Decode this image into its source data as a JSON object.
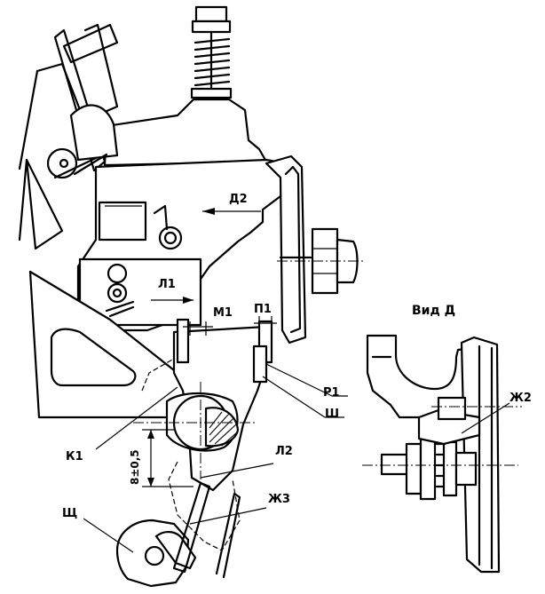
{
  "title": "",
  "view_title": "Вид Д",
  "dimension": "8±0,5",
  "labels": {
    "d2": "Д2",
    "l1": "Л1",
    "m1": "М1",
    "p1": "П1",
    "r1": "Р1",
    "sh": "Ш",
    "k1": "К1",
    "l2": "Л2",
    "zh3": "Ж3",
    "shch": "Щ",
    "zh2": "Ж2"
  }
}
